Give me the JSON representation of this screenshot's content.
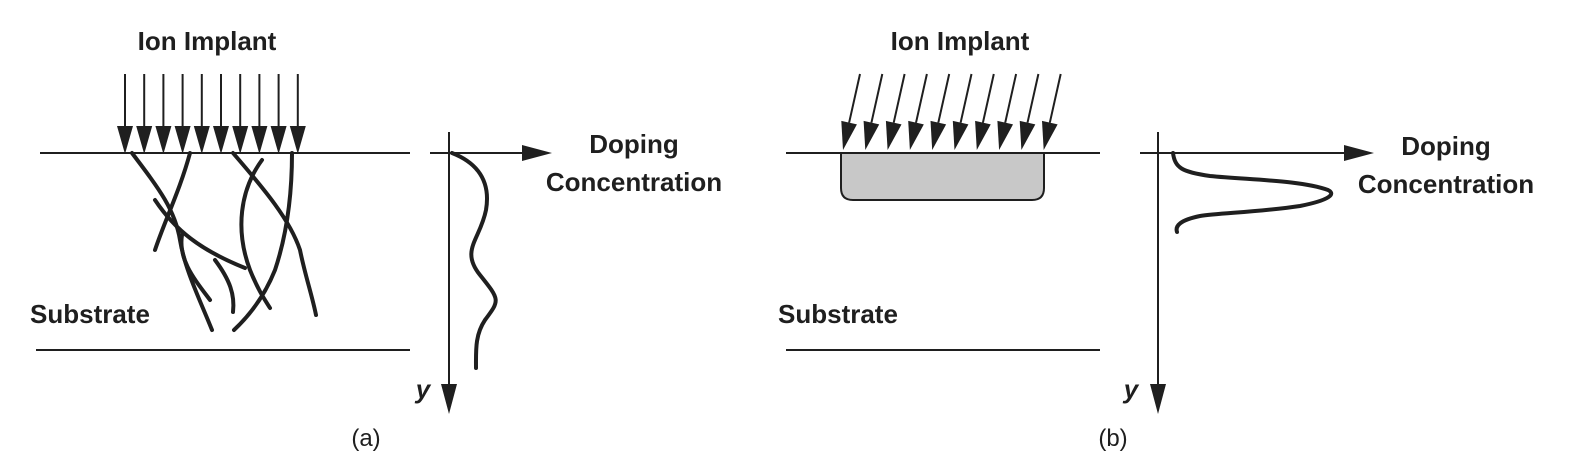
{
  "panel_a": {
    "title": "Ion Implant",
    "substrate_label": "Substrate",
    "axis_x_label_line1": "Doping",
    "axis_x_label_line2": "Concentration",
    "axis_y_label": "y",
    "caption": "(a)"
  },
  "panel_b": {
    "title": "Ion Implant",
    "substrate_label": "Substrate",
    "axis_x_label_line1": "Doping",
    "axis_x_label_line2": "Concentration",
    "axis_y_label": "y",
    "caption": "(b)"
  },
  "colors": {
    "ink": "#1f1f1f",
    "implanted_region_fill": "#c8c8c8"
  }
}
